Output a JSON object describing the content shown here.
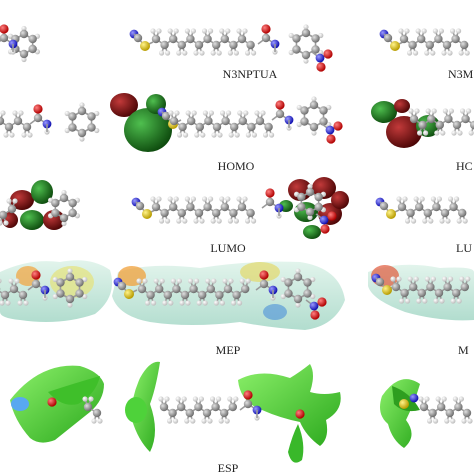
{
  "labels": {
    "row1_center": "N3NPTUA",
    "row1_right": "N3M",
    "row2_center": "HOMO",
    "row2_right": "HC",
    "row3_center": "LUMO",
    "row3_right": "LU",
    "row4_center": "MEP",
    "row4_right": "M",
    "row5_center": "ESP"
  },
  "colors": {
    "carbon": "#8f8f8f",
    "hydrogen": "#f2f2f2",
    "oxygen": "#e01010",
    "nitrogen": "#3a3aff",
    "sulfur": "#e8d21a",
    "orbital_red": "#7a0d0d",
    "orbital_green": "#1f7a1f",
    "mep_surface": "#bfe3d8",
    "esp_surface": "#4fd23a"
  }
}
